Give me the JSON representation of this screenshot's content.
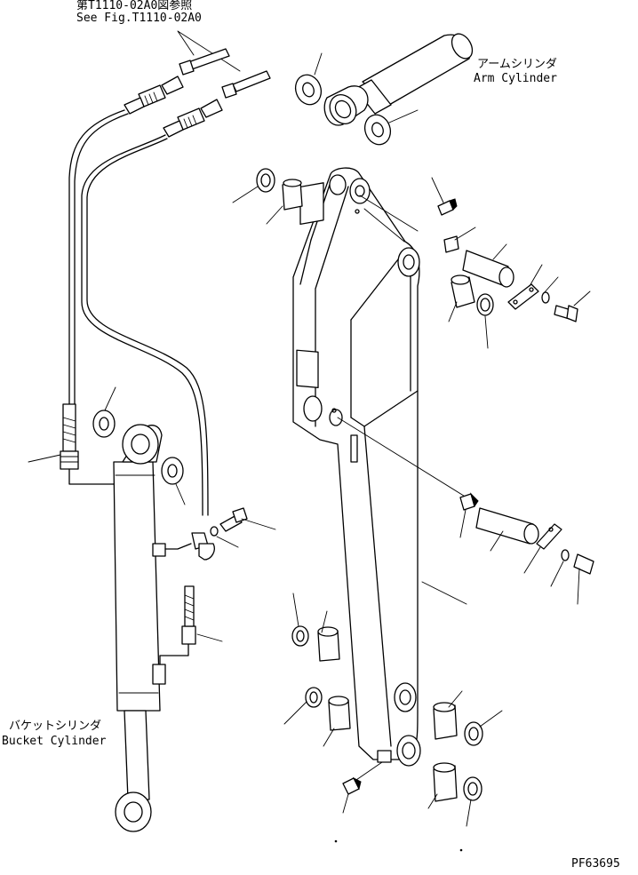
{
  "reference": {
    "jp": "第T1110-02A0図参照",
    "en": "See Fig.T1110-02A0"
  },
  "arm_cylinder": {
    "jp": "アームシリンダ",
    "en": "Arm Cylinder"
  },
  "bucket_cylinder": {
    "jp": "バケットシリンダ",
    "en": "Bucket Cylinder"
  },
  "drawing_code": "PF63695"
}
